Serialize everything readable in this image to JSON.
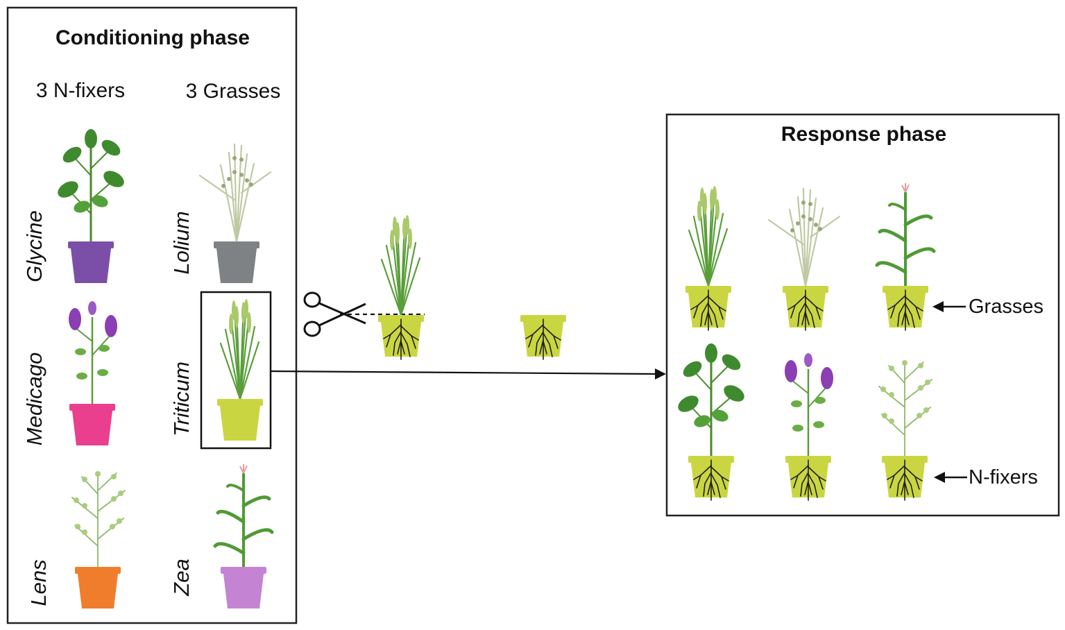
{
  "conditioning": {
    "title": "Conditioning phase",
    "nfixers_label": "3 N-fixers",
    "grasses_label": "3 Grasses",
    "nfixers": [
      "Glycine",
      "Medicago",
      "Lens"
    ],
    "grasses": [
      "Lolium",
      "Triticum",
      "Zea"
    ]
  },
  "response": {
    "title": "Response phase",
    "grasses_label": "Grasses",
    "nfixers_label": "N-fixers"
  },
  "colors": {
    "glycine_pot": "#7b4fa8",
    "medicago_pot": "#ea3f8e",
    "lens_pot": "#f07d2c",
    "lolium_pot": "#7f8284",
    "triticum_pot": "#c9d641",
    "zea_pot": "#c483d3",
    "response_pot": "#c9d641",
    "leaf": "#3f8a2e",
    "flower": "#8a3fb2"
  },
  "icons": [
    "scissors-icon",
    "arrow-right-icon",
    "arrow-left-icon"
  ]
}
